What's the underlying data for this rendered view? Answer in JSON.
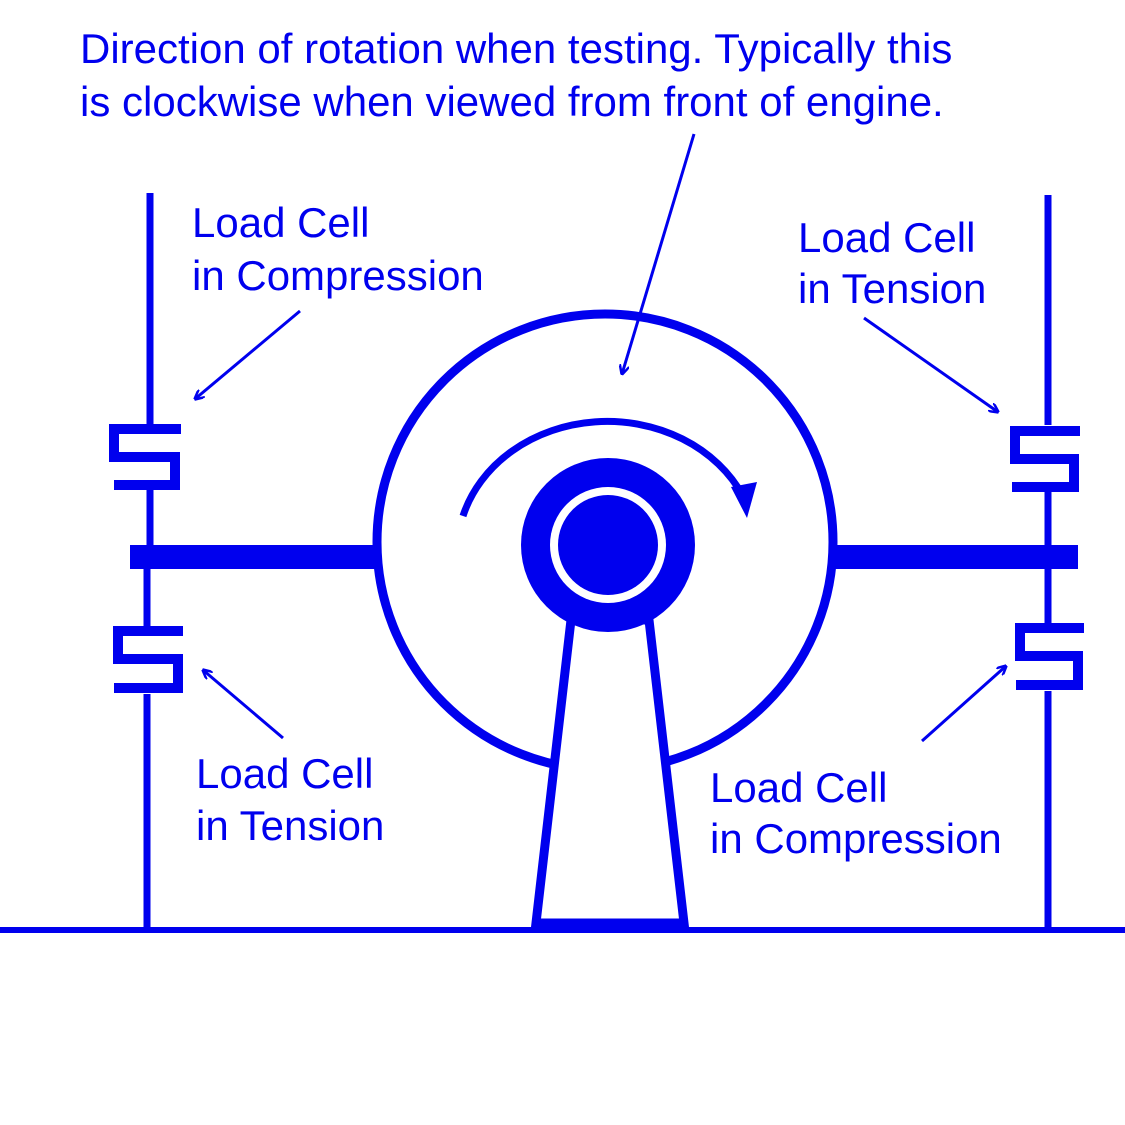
{
  "title": {
    "line1": "Direction of rotation when testing.  Typically this",
    "line2": "is clockwise when viewed from front of engine."
  },
  "labels": {
    "top_left": {
      "line1": "Load Cell",
      "line2": "in Compression"
    },
    "top_right": {
      "line1": "Load Cell",
      "line2": "in Tension"
    },
    "bottom_left": {
      "line1": "Load Cell",
      "line2": "in Tension"
    },
    "bottom_right": {
      "line1": "Load Cell",
      "line2": "in Compression"
    }
  },
  "colors": {
    "ink": "#0000ee",
    "background": "#ffffff"
  }
}
